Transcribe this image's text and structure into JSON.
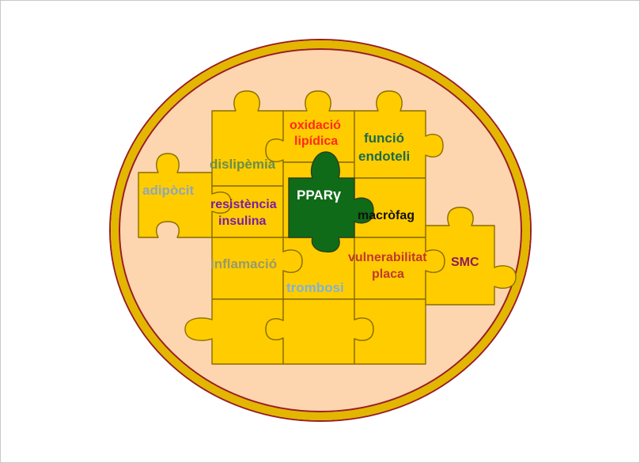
{
  "diagram": {
    "center": {
      "label_main": "PPAR",
      "label_symbol": "γ"
    },
    "labels": {
      "oxidacio_line1": "oxidació",
      "oxidacio_line2": "lipídica",
      "funcio_line1": "funció",
      "funcio_line2": "endoteli",
      "dislipemia": "dislipèmia",
      "adipocit": "adipòcit",
      "resistencia_line1": "resistència",
      "resistencia_line2": "insulina",
      "macrofag": "macròfag",
      "inflamacio": "inflamació",
      "vulnerabilitat_line1": "vulnerabilitat",
      "vulnerabilitat_line2": "placa",
      "smc": "SMC",
      "trombosi": "trombosi"
    },
    "colors": {
      "oval_fill": "#FDD5AE",
      "oval_border": "#E3B600",
      "oval_outline": "#9A1E1E",
      "piece_fill": "#FFCC00",
      "center_fill": "#0F6B18",
      "oxidacio": "#FF2A1A",
      "funcio": "#1E6B4A",
      "dislipemia": "#6B8E4A",
      "adipocit": "#8FA7B8",
      "resistencia": "#7A1FA0",
      "macrofag": "#111111",
      "inflamacio": "#9A9A6A",
      "vulnerabilitat": "#C0392B",
      "smc": "#8E1A5A",
      "trombosi": "#7FB2DA"
    }
  }
}
